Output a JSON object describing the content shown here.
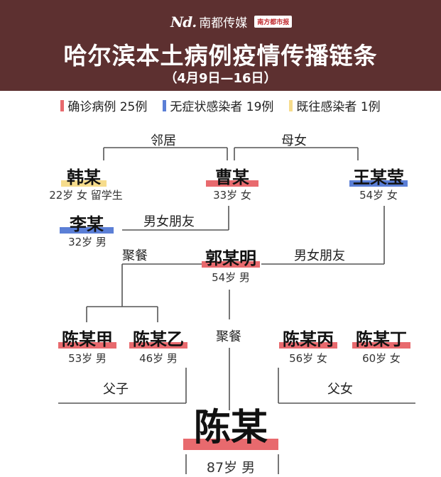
{
  "brand": {
    "logo": "Nd.",
    "name": "南都传媒",
    "stamp": "南方都市报"
  },
  "title": "哈尔滨本土病例疫情传播链条",
  "subtitle": "（4月9日—16日）",
  "legend": [
    {
      "label": "确诊病例 25例",
      "color": "#e86a6e"
    },
    {
      "label": "无症状感染者 19例",
      "color": "#5b7fd6"
    },
    {
      "label": "既往感染者 1例",
      "color": "#f6dc8c"
    }
  ],
  "people": {
    "han": {
      "name": "韩某",
      "info": "22岁 女 留学生",
      "color": "#f6dc8c"
    },
    "cao": {
      "name": "曹某",
      "info": "33岁 女",
      "color": "#e86a6e"
    },
    "wang": {
      "name": "王某莹",
      "info": "54岁 女",
      "color": "#5b7fd6"
    },
    "li": {
      "name": "李某",
      "info": "32岁 男",
      "color": "#5b7fd6"
    },
    "guo": {
      "name": "郭某明",
      "info": "54岁 男",
      "color": "#e86a6e"
    },
    "chen_jia": {
      "name": "陈某甲",
      "info": "53岁 男",
      "color": "#e86a6e"
    },
    "chen_yi": {
      "name": "陈某乙",
      "info": "46岁 男",
      "color": "#e86a6e"
    },
    "chen_bing": {
      "name": "陈某丙",
      "info": "56岁 女",
      "color": "#e86a6e"
    },
    "chen_ding": {
      "name": "陈某丁",
      "info": "60岁 女",
      "color": "#e86a6e"
    },
    "chen": {
      "name": "陈某",
      "info": "87岁 男",
      "color": "#e86a6e"
    }
  },
  "relations": {
    "neighbor": "邻居",
    "mother_daughter": "母女",
    "bf_gf_1": "男女朋友",
    "dinner_1": "聚餐",
    "bf_gf_2": "男女朋友",
    "dinner_2": "聚餐",
    "father_son": "父子",
    "father_daughter": "父女"
  }
}
